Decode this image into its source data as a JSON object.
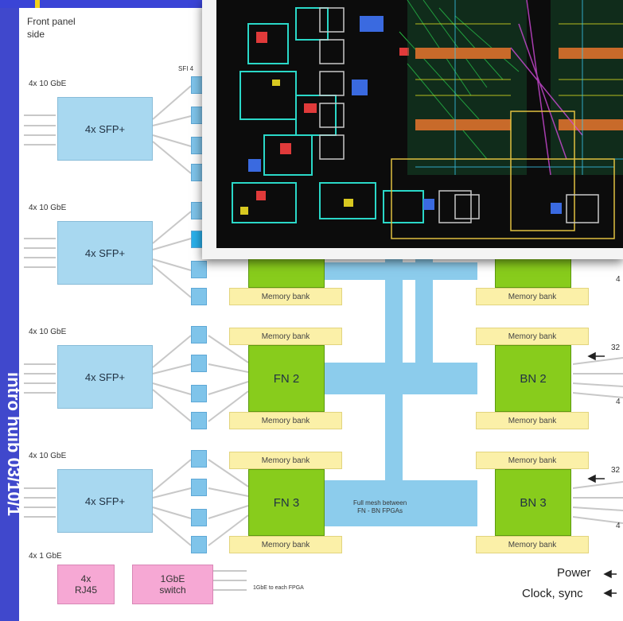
{
  "header": {
    "accent": "#3a44d6"
  },
  "sidebar": {
    "vertical_text": "intro huib 03/10/1"
  },
  "diagram": {
    "front_panel_label": "Front panel\nside",
    "sfp_group_label": "4x 10 GbE",
    "sfp_label": "4x SFP+",
    "port_group_label": "SFI 4",
    "memory_label": "Memory bank",
    "fpga_labels": {
      "fn2": "FN 2",
      "bn2": "BN 2",
      "fn3": "FN 3",
      "bn3": "BN 3"
    },
    "mesh_label": "Full mesh between\nFN - BN FPGAs",
    "gbe_group_label": "4x 1 GbE",
    "rj45_label": "4x\nRJ45",
    "switch_label": "1GbE\nswitch",
    "switch_note": "1GbE to each FPGA",
    "right_partial_labels": {
      "r1": "32",
      "r2": "32",
      "r3": "4",
      "r4": "4"
    },
    "power_label": "Power",
    "clock_label": "Clock, sync"
  },
  "overlay": {
    "type": "pcb-layout-photo"
  }
}
